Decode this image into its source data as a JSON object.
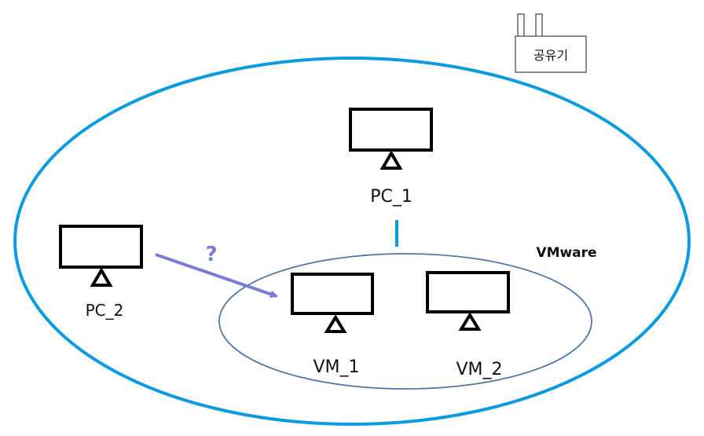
{
  "colors": {
    "network_ellipse": "#0a9be0",
    "vmware_ellipse": "#4f76a8",
    "arrow": "#7b7bd9",
    "link": "#0a9be0",
    "monitor": "#000000",
    "router_border": "#666666"
  },
  "router": {
    "label": "공유기",
    "icon": "router-icon"
  },
  "vmware": {
    "label": "VMware"
  },
  "nodes": {
    "pc1": {
      "label": "PC_1",
      "icon": "monitor-icon"
    },
    "pc2": {
      "label": "PC_2",
      "icon": "monitor-icon"
    },
    "vm1": {
      "label": "VM_1",
      "icon": "monitor-icon"
    },
    "vm2": {
      "label": "VM_2",
      "icon": "monitor-icon"
    }
  },
  "arrow": {
    "label": "?"
  }
}
